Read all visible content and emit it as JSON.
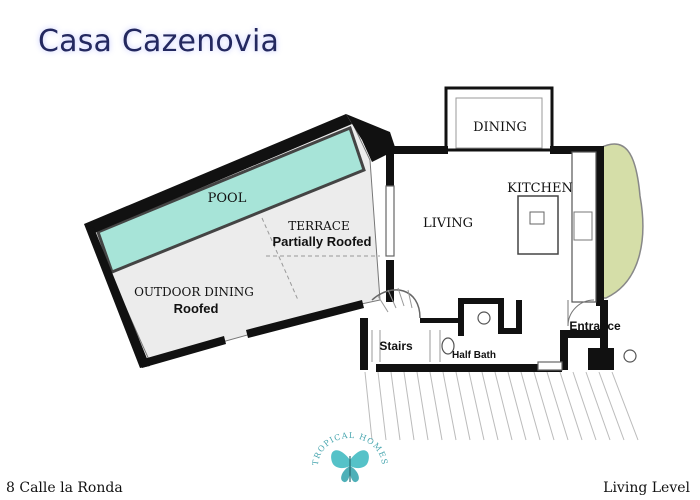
{
  "title": "Casa Cazenovia",
  "rooms": {
    "dining": "DINING",
    "kitchen": "KITCHEN",
    "living": "LIVING",
    "pool": "POOL",
    "terrace": "TERRACE",
    "terrace_note": "Partially Roofed",
    "outdoor_dining": "OUTDOOR DINING",
    "outdoor_dining_note": "Roofed",
    "stairs": "Stairs",
    "half_bath": "Half Bath",
    "entrance": "Entrance"
  },
  "logo": {
    "text": "TROPICAL HOMES",
    "icon": "butterfly-icon"
  },
  "footer": {
    "address": "8 Calle la Ronda",
    "level": "Living Level"
  },
  "colors": {
    "title": "#23285f",
    "pool": "#a7e4d8",
    "wall": "#111111",
    "garden": "#d5dea8",
    "butterfly": "#55c2c8"
  }
}
